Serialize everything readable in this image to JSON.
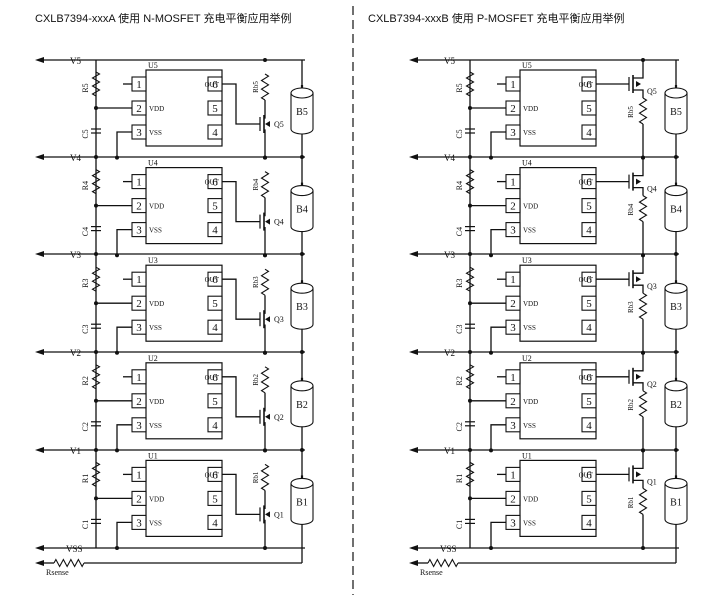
{
  "titles": {
    "left": "CXLB7394-xxxA 使用 N-MOSFET 充电平衡应用举例",
    "right": "CXLB7394-xxxB 使用 P-MOSFET 充电平衡应用举例"
  },
  "rails": [
    "V5",
    "V4",
    "V3",
    "V2",
    "V1",
    "VSS"
  ],
  "sense_resistor": "Rsense",
  "ic_pins": {
    "p1": "1",
    "p2": "2",
    "p3": "3",
    "p4": "4",
    "p5": "5",
    "p6": "6",
    "vdd": "VDD",
    "vss": "VSS",
    "out": "OUT"
  },
  "cells": [
    {
      "ic": "U5",
      "r": "R5",
      "c": "C5",
      "q": "Q5",
      "rb": "Rb5",
      "b": "B5"
    },
    {
      "ic": "U4",
      "r": "R4",
      "c": "C4",
      "q": "Q4",
      "rb": "Rb4",
      "b": "B4"
    },
    {
      "ic": "U3",
      "r": "R3",
      "c": "C3",
      "q": "Q3",
      "rb": "Rb3",
      "b": "B3"
    },
    {
      "ic": "U2",
      "r": "R2",
      "c": "C2",
      "q": "Q2",
      "rb": "Rb2",
      "b": "B2"
    },
    {
      "ic": "U1",
      "r": "R1",
      "c": "C1",
      "q": "Q1",
      "rb": "Rb1",
      "b": "B1"
    }
  ]
}
